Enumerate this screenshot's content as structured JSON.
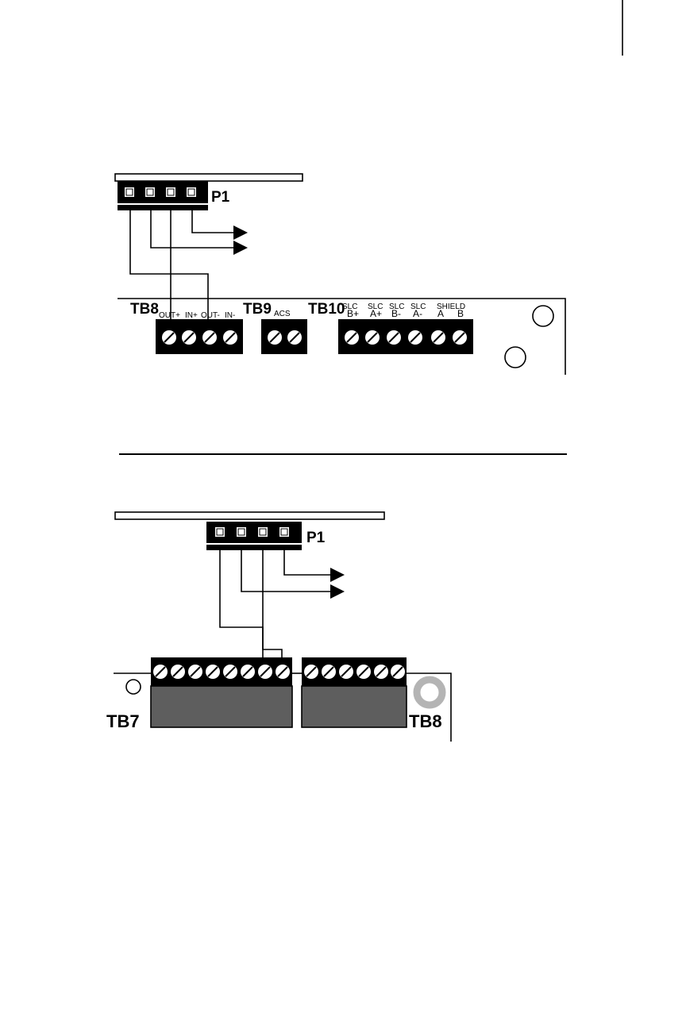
{
  "top": {
    "connector_label": "P1",
    "tb8_label": "TB8",
    "tb9_label": "TB9",
    "tb10_label": "TB10",
    "tb8_pins": [
      "OUT+",
      "IN+",
      "OUT-",
      "IN-"
    ],
    "tb9_pin": "ACS",
    "tb10_top_labels": [
      "SLC",
      "SLC",
      "SLC",
      "SLC",
      "SHIELD"
    ],
    "tb10_bottom_labels": [
      "B+",
      "A+",
      "B-",
      "A-",
      "A",
      "B"
    ]
  },
  "bottom": {
    "connector_label": "P1",
    "tb7_label": "TB7",
    "tb8_label": "TB8"
  }
}
